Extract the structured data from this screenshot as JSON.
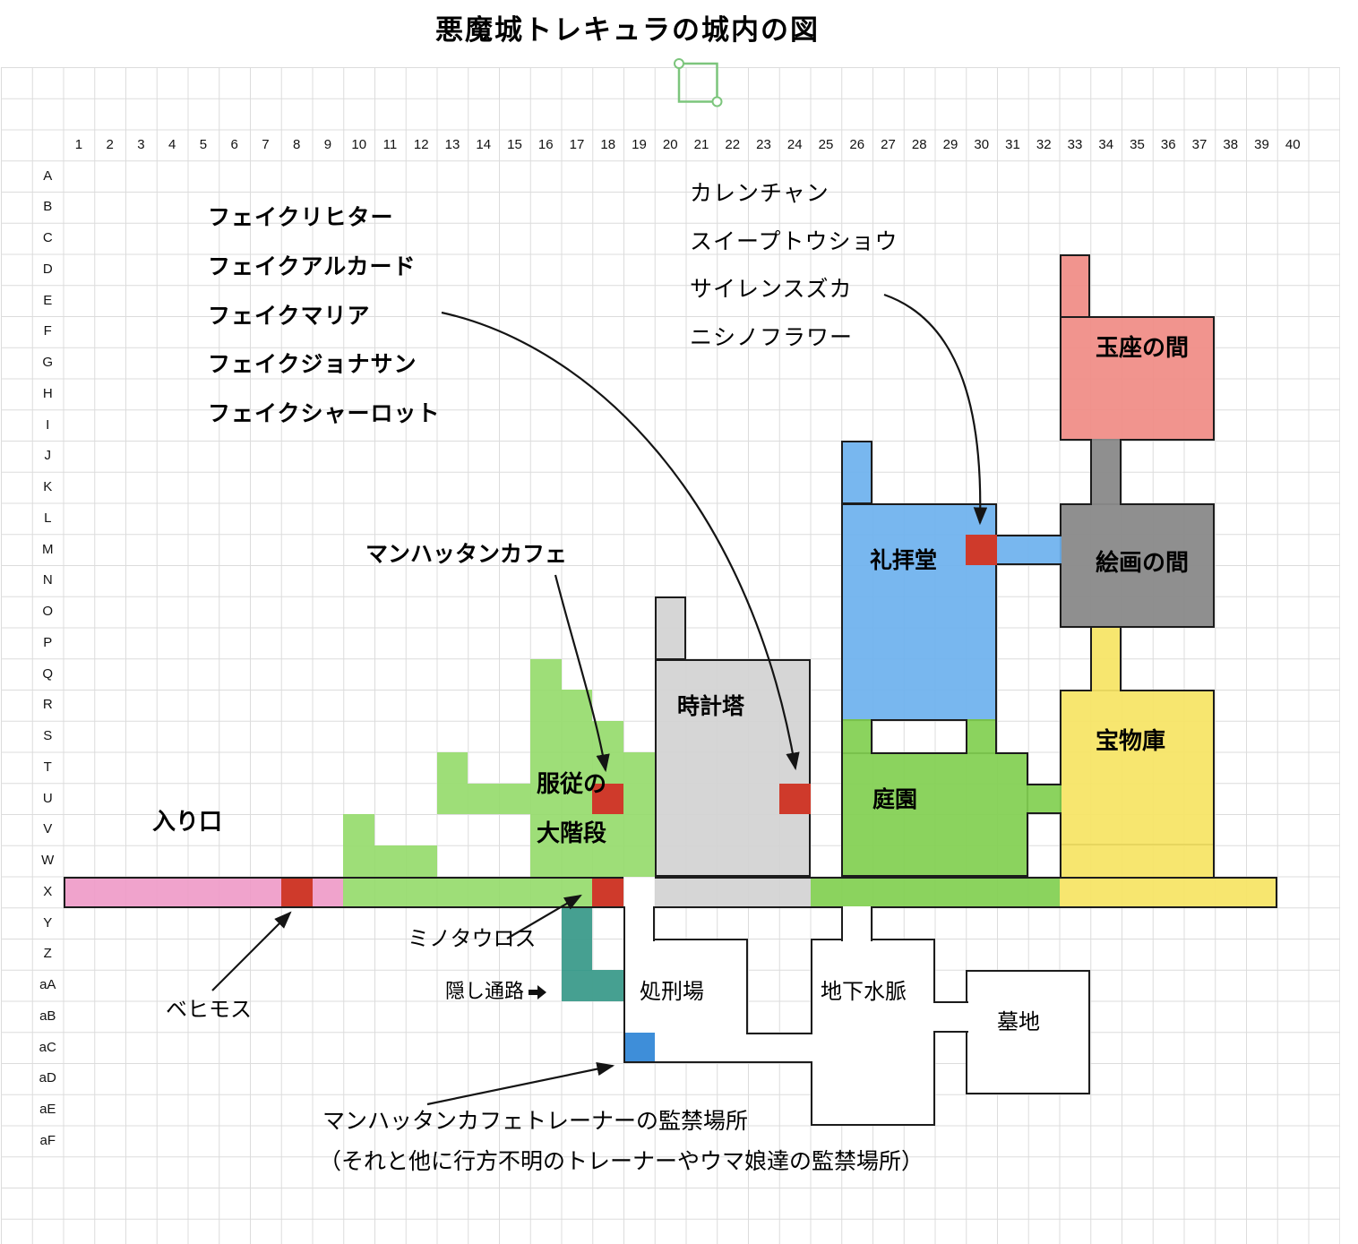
{
  "title": "悪魔城トレキュラの城内の図",
  "grid": {
    "column_labels": [
      "1",
      "2",
      "3",
      "4",
      "5",
      "6",
      "7",
      "8",
      "9",
      "10",
      "11",
      "12",
      "13",
      "14",
      "15",
      "16",
      "17",
      "18",
      "19",
      "20",
      "21",
      "22",
      "23",
      "24",
      "25",
      "26",
      "27",
      "28",
      "29",
      "30",
      "31",
      "32",
      "33",
      "34",
      "35",
      "36",
      "37",
      "38",
      "39",
      "40"
    ],
    "row_labels": [
      "A",
      "B",
      "C",
      "D",
      "E",
      "F",
      "G",
      "H",
      "I",
      "J",
      "K",
      "L",
      "M",
      "N",
      "O",
      "P",
      "Q",
      "R",
      "S",
      "T",
      "U",
      "V",
      "W",
      "X",
      "Y",
      "Z",
      "aA",
      "aB",
      "aC",
      "aD",
      "aE",
      "aF"
    ]
  },
  "rooms": {
    "entrance": "入り口",
    "staircase": "服従の\n大階段",
    "clock_tower": "時計塔",
    "chapel": "礼拝堂",
    "garden": "庭園",
    "painting_room": "絵画の間",
    "throne_room": "玉座の間",
    "treasury": "宝物庫",
    "hidden_passage": "隠し通路",
    "execution_ground": "処刑場",
    "underground_waterway": "地下水脈",
    "graveyard": "墓地"
  },
  "markers": {
    "behemoth": "ベヒモス",
    "minotaur": "ミノタウロス",
    "manhattan_cafe": "マンハッタンカフェ"
  },
  "captive_lists": {
    "fake_bosses": [
      "フェイクリヒター",
      "フェイクアルカード",
      "フェイクマリア",
      "フェイクジョナサン",
      "フェイクシャーロット"
    ],
    "uma_musume": [
      "カレンチャン",
      "スイープトウショウ",
      "サイレンスズカ",
      "ニシノフラワー"
    ]
  },
  "notes": {
    "line1": "マンハッタンカフェトレーナーの監禁場所",
    "line2": "（それと他に行方不明のトレーナーやウマ娘達の監禁場所）"
  },
  "colors": {
    "entrance_pink": "#ee99c6",
    "staircase_green": "#94da69",
    "garden_green": "#81cf50",
    "corridor_gray": "#d3d3d3",
    "chapel_blue": "#6cb1ee",
    "painting_room_gray": "#8a8a8a",
    "throne_salmon": "#f08c85",
    "treasury_yellow": "#f6e464",
    "hidden_passage_teal": "#3e9c8d",
    "marker_red": "#cf3a2b",
    "confinement_blue": "#3e8ed9",
    "selection_green": "#7cc57c",
    "grid_line": "#dcdcdc"
  }
}
